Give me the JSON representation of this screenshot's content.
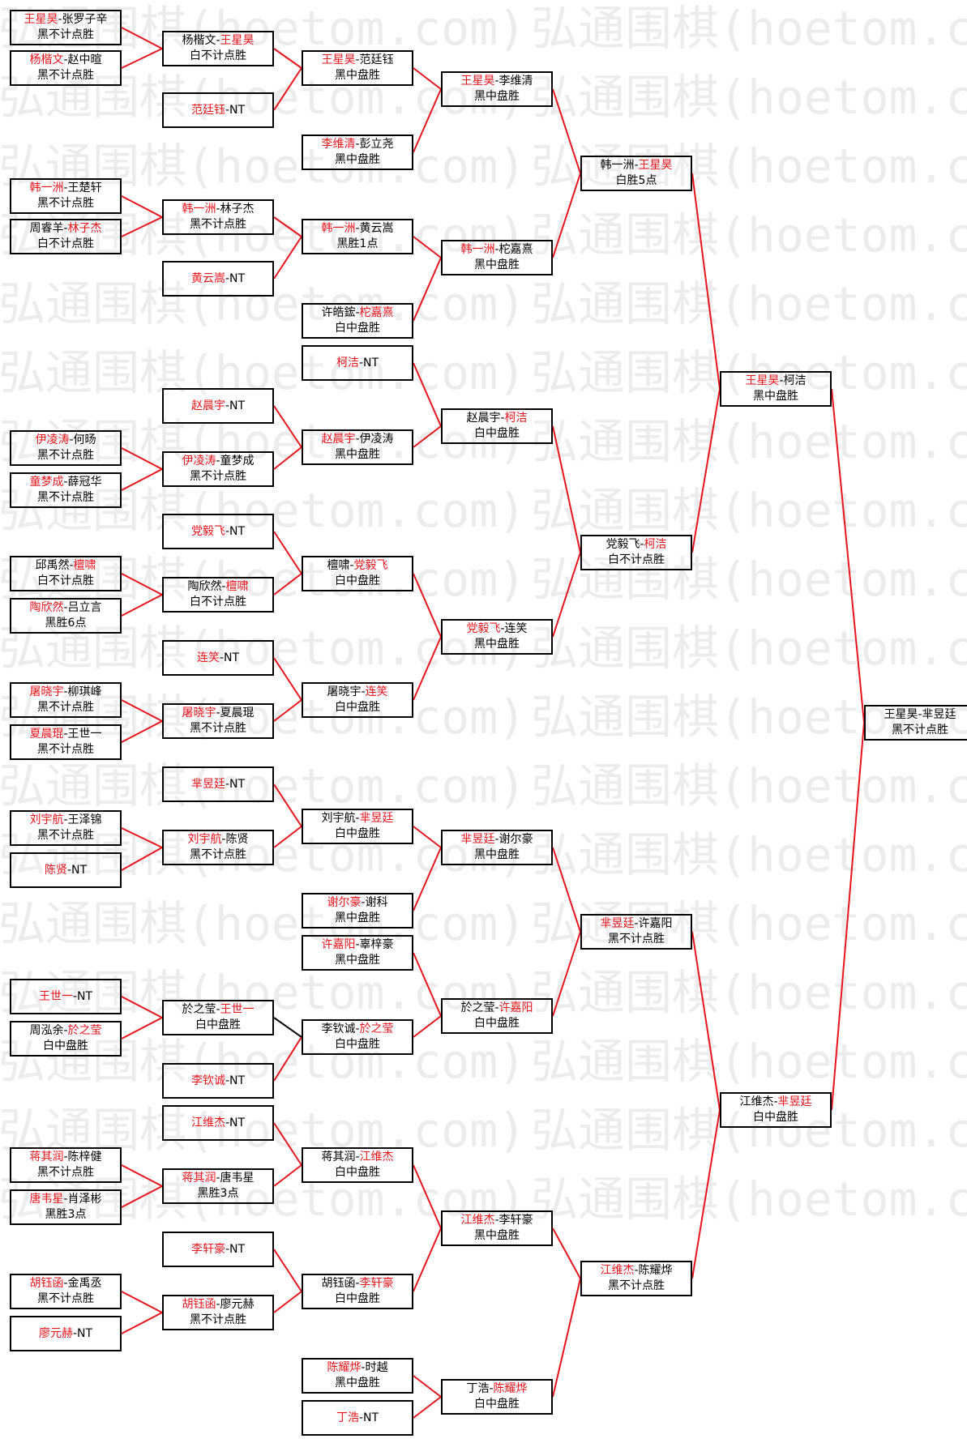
{
  "watermark": {
    "text": "弘通围棋(hoetom.com)",
    "color": "#ececec"
  },
  "colors": {
    "line_red": "#e8141b",
    "line_black": "#000000",
    "winner_text": "#e8141b"
  },
  "bracket": {
    "r0": [
      {
        "id": "a1",
        "p1": "王星昊",
        "p2": "张罗子辛",
        "winner": 1,
        "result": "黑不计点胜"
      },
      {
        "id": "a2",
        "p1": "杨楷文",
        "p2": "赵中暄",
        "winner": 1,
        "result": "黑不计点胜"
      },
      {
        "id": "a3",
        "p1": "韩一洲",
        "p2": "王楚轩",
        "winner": 1,
        "result": "黑不计点胜"
      },
      {
        "id": "a4",
        "p1": "周睿羊",
        "p2": "林子杰",
        "winner": 2,
        "result": "白不计点胜"
      },
      {
        "id": "a5",
        "p1": "伊凌涛",
        "p2": "何旸",
        "winner": 1,
        "result": "黑不计点胜"
      },
      {
        "id": "a6",
        "p1": "童梦成",
        "p2": "薛冠华",
        "winner": 1,
        "result": "黑不计点胜"
      },
      {
        "id": "a7",
        "p1": "邱禹然",
        "p2": "檀啸",
        "winner": 2,
        "result": "白不计点胜"
      },
      {
        "id": "a8",
        "p1": "陶欣然",
        "p2": "吕立言",
        "winner": 1,
        "result": "黑胜6点"
      },
      {
        "id": "a9",
        "p1": "屠晓宇",
        "p2": "柳琪峰",
        "winner": 1,
        "result": "黑不计点胜"
      },
      {
        "id": "a10",
        "p1": "夏晨琨",
        "p2": "王世一",
        "winner": 1,
        "result": "黑不计点胜"
      },
      {
        "id": "a11",
        "p1": "刘宇航",
        "p2": "王泽锦",
        "winner": 1,
        "result": "黑不计点胜"
      },
      {
        "id": "a12",
        "p1": "陈贤",
        "p2": "NT",
        "winner": 1,
        "result": ""
      },
      {
        "id": "a13",
        "p1": "王世一",
        "p2": "NT",
        "winner": 1,
        "result": ""
      },
      {
        "id": "a14",
        "p1": "周泓余",
        "p2": "於之莹",
        "winner": 2,
        "result": "白中盘胜"
      },
      {
        "id": "a15",
        "p1": "蒋其润",
        "p2": "陈梓健",
        "winner": 1,
        "result": "黑不计点胜"
      },
      {
        "id": "a16",
        "p1": "唐韦星",
        "p2": "肖泽彬",
        "winner": 1,
        "result": "黑胜3点"
      },
      {
        "id": "a17",
        "p1": "胡钰函",
        "p2": "金禹丞",
        "winner": 1,
        "result": "黑不计点胜"
      },
      {
        "id": "a18",
        "p1": "廖元赫",
        "p2": "NT",
        "winner": 1,
        "result": ""
      }
    ],
    "r1": [
      {
        "id": "b1",
        "p1": "杨楷文",
        "p2": "王星昊",
        "winner": 2,
        "result": "白不计点胜"
      },
      {
        "id": "b2",
        "p1": "范廷钰",
        "p2": "NT",
        "winner": 1,
        "result": ""
      },
      {
        "id": "b3",
        "p1": "韩一洲",
        "p2": "林子杰",
        "winner": 1,
        "result": "黑不计点胜"
      },
      {
        "id": "b4",
        "p1": "黄云嵩",
        "p2": "NT",
        "winner": 1,
        "result": ""
      },
      {
        "id": "b5",
        "p1": "赵晨宇",
        "p2": "NT",
        "winner": 1,
        "result": ""
      },
      {
        "id": "b6",
        "p1": "伊凌涛",
        "p2": "童梦成",
        "winner": 1,
        "result": "黑不计点胜"
      },
      {
        "id": "b7",
        "p1": "党毅飞",
        "p2": "NT",
        "winner": 1,
        "result": ""
      },
      {
        "id": "b8",
        "p1": "陶欣然",
        "p2": "檀啸",
        "winner": 2,
        "result": "白不计点胜"
      },
      {
        "id": "b9",
        "p1": "连笑",
        "p2": "NT",
        "winner": 1,
        "result": ""
      },
      {
        "id": "b10",
        "p1": "屠晓宇",
        "p2": "夏晨琨",
        "winner": 1,
        "result": "黑不计点胜"
      },
      {
        "id": "b11",
        "p1": "芈昱廷",
        "p2": "NT",
        "winner": 1,
        "result": ""
      },
      {
        "id": "b12",
        "p1": "刘宇航",
        "p2": "陈贤",
        "winner": 1,
        "result": "黑不计点胜"
      },
      {
        "id": "b13",
        "p1": "於之莹",
        "p2": "王世一",
        "winner": 2,
        "result": "白中盘胜"
      },
      {
        "id": "b14",
        "p1": "李钦诚",
        "p2": "NT",
        "winner": 1,
        "result": ""
      },
      {
        "id": "b15",
        "p1": "江维杰",
        "p2": "NT",
        "winner": 1,
        "result": ""
      },
      {
        "id": "b16",
        "p1": "蒋其润",
        "p2": "唐韦星",
        "winner": 1,
        "result": "黑胜3点"
      },
      {
        "id": "b17",
        "p1": "李轩豪",
        "p2": "NT",
        "winner": 1,
        "result": ""
      },
      {
        "id": "b18",
        "p1": "胡钰函",
        "p2": "廖元赫",
        "winner": 1,
        "result": "黑不计点胜"
      }
    ],
    "r2": [
      {
        "id": "c1",
        "p1": "王星昊",
        "p2": "范廷钰",
        "winner": 1,
        "result": "黑中盘胜"
      },
      {
        "id": "c2",
        "p1": "李维清",
        "p2": "彭立尧",
        "winner": 1,
        "result": "黑中盘胜"
      },
      {
        "id": "c3",
        "p1": "韩一洲",
        "p2": "黄云嵩",
        "winner": 1,
        "result": "黑胜1点"
      },
      {
        "id": "c4",
        "p1": "许皓鋐",
        "p2": "柁嘉熹",
        "winner": 2,
        "result": "白中盘胜"
      },
      {
        "id": "c5",
        "p1": "柯洁",
        "p2": "NT",
        "winner": 1,
        "result": ""
      },
      {
        "id": "c6",
        "p1": "赵晨宇",
        "p2": "伊凌涛",
        "winner": 1,
        "result": "黑中盘胜"
      },
      {
        "id": "c7",
        "p1": "檀啸",
        "p2": "党毅飞",
        "winner": 2,
        "result": "白中盘胜"
      },
      {
        "id": "c8",
        "p1": "屠晓宇",
        "p2": "连笑",
        "winner": 2,
        "result": "白中盘胜"
      },
      {
        "id": "c9",
        "p1": "刘宇航",
        "p2": "芈昱廷",
        "winner": 2,
        "result": "白中盘胜"
      },
      {
        "id": "c10",
        "p1": "谢尔豪",
        "p2": "谢科",
        "winner": 1,
        "result": "黑中盘胜"
      },
      {
        "id": "c11",
        "p1": "许嘉阳",
        "p2": "辜梓豪",
        "winner": 1,
        "result": "黑中盘胜"
      },
      {
        "id": "c12",
        "p1": "李钦诚",
        "p2": "於之莹",
        "winner": 2,
        "result": "白中盘胜"
      },
      {
        "id": "c13",
        "p1": "蒋其润",
        "p2": "江维杰",
        "winner": 2,
        "result": "白中盘胜"
      },
      {
        "id": "c14",
        "p1": "胡钰函",
        "p2": "李轩豪",
        "winner": 2,
        "result": "白中盘胜"
      },
      {
        "id": "c15",
        "p1": "陈耀烨",
        "p2": "时越",
        "winner": 1,
        "result": "黑中盘胜"
      },
      {
        "id": "c16",
        "p1": "丁浩",
        "p2": "NT",
        "winner": 1,
        "result": ""
      }
    ],
    "r3": [
      {
        "id": "d1",
        "p1": "王星昊",
        "p2": "李维清",
        "winner": 1,
        "result": "黑中盘胜"
      },
      {
        "id": "d2",
        "p1": "韩一洲",
        "p2": "柁嘉熹",
        "winner": 1,
        "result": "黑中盘胜"
      },
      {
        "id": "d3",
        "p1": "赵晨宇",
        "p2": "柯洁",
        "winner": 2,
        "result": "白中盘胜"
      },
      {
        "id": "d4",
        "p1": "党毅飞",
        "p2": "连笑",
        "winner": 1,
        "result": "黑中盘胜"
      },
      {
        "id": "d5",
        "p1": "芈昱廷",
        "p2": "谢尔豪",
        "winner": 1,
        "result": "黑中盘胜"
      },
      {
        "id": "d6",
        "p1": "於之莹",
        "p2": "许嘉阳",
        "winner": 2,
        "result": "白中盘胜"
      },
      {
        "id": "d7",
        "p1": "江维杰",
        "p2": "李轩豪",
        "winner": 1,
        "result": "黑中盘胜"
      },
      {
        "id": "d8",
        "p1": "丁浩",
        "p2": "陈耀烨",
        "winner": 2,
        "result": "白中盘胜"
      }
    ],
    "r4": [
      {
        "id": "e1",
        "p1": "韩一洲",
        "p2": "王星昊",
        "winner": 2,
        "result": "白胜5点"
      },
      {
        "id": "e2",
        "p1": "党毅飞",
        "p2": "柯洁",
        "winner": 2,
        "result": "白不计点胜"
      },
      {
        "id": "e3",
        "p1": "芈昱廷",
        "p2": "许嘉阳",
        "winner": 1,
        "result": "黑不计点胜"
      },
      {
        "id": "e4",
        "p1": "江维杰",
        "p2": "陈耀烨",
        "winner": 1,
        "result": "黑不计点胜"
      }
    ],
    "r5": [
      {
        "id": "f1",
        "p1": "王星昊",
        "p2": "柯洁",
        "winner": 1,
        "result": "黑中盘胜"
      },
      {
        "id": "f2",
        "p1": "江维杰",
        "p2": "芈昱廷",
        "winner": 2,
        "result": "白中盘胜"
      }
    ],
    "r6": [
      {
        "id": "g1",
        "p1": "王星昊",
        "p2": "芈昱廷",
        "winner": 0,
        "result": "黑不计点胜"
      }
    ]
  }
}
